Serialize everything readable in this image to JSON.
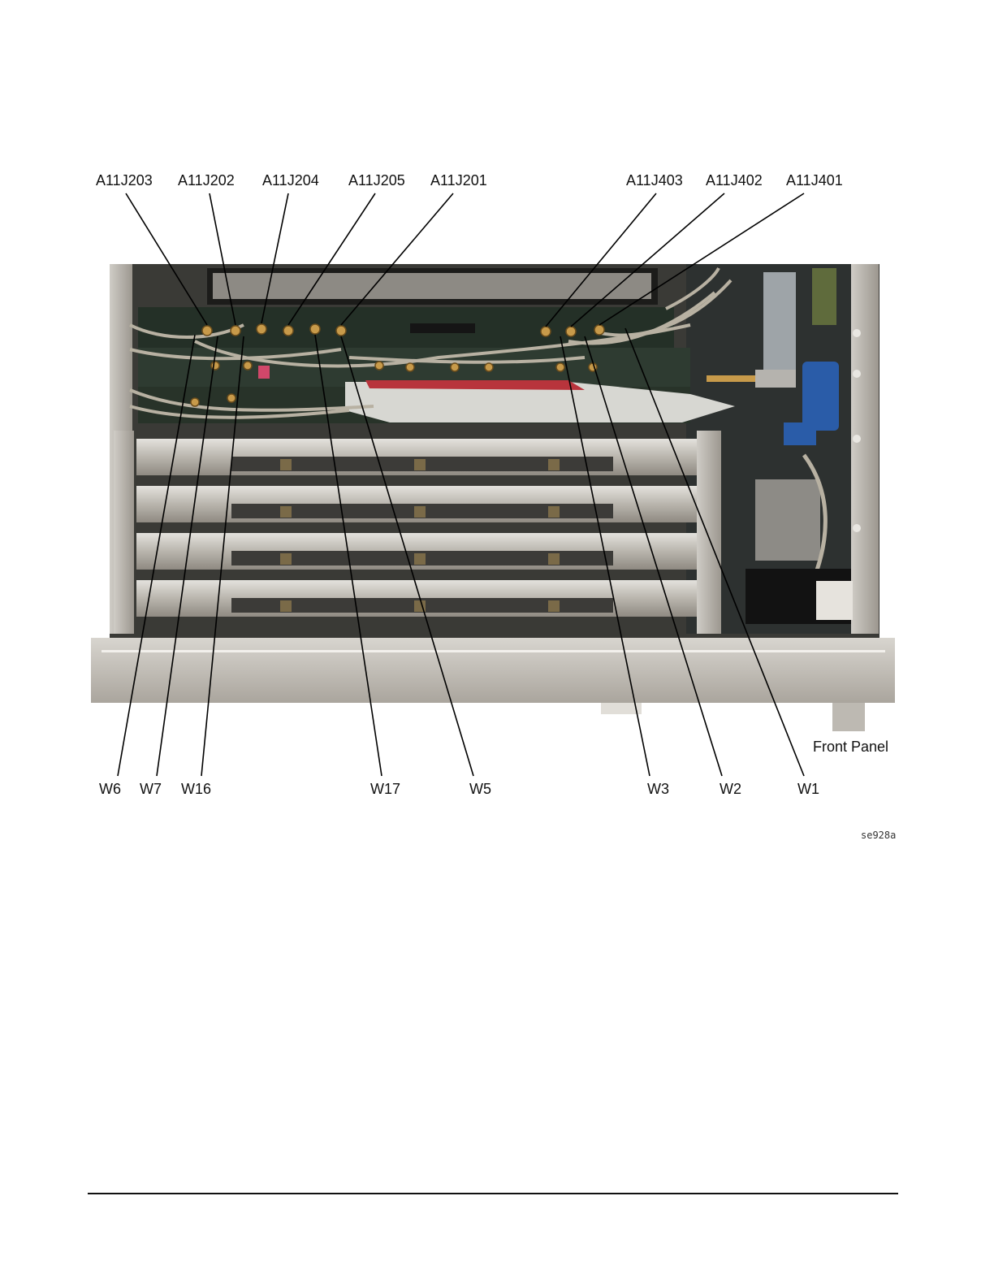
{
  "figure": {
    "top_labels": [
      "A11J203",
      "A11J202",
      "A11J204",
      "A11J205",
      "A11J201",
      "A11J403",
      "A11J402",
      "A11J401"
    ],
    "bottom_labels": [
      "W6",
      "W7",
      "W16",
      "W17",
      "W5",
      "W3",
      "W2",
      "W1"
    ],
    "front_panel_label": "Front Panel",
    "figure_code": "se928a",
    "colors": {
      "chassis_gray": "#c9c6c0",
      "board_dark": "#2f3a32",
      "connector_gold": "#c79a4a",
      "blue_component": "#2a5ca8",
      "leader_line": "#000000"
    }
  }
}
